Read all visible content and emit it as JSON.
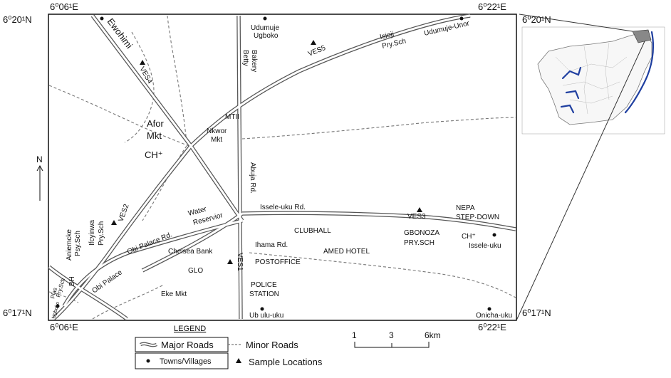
{
  "coordinates": {
    "top_left_lat": "6⁰20¹N",
    "top_left_lon": "6⁰06¹E",
    "top_right_lon": "6⁰22¹E",
    "top_right_lat": "6⁰20¹N",
    "bottom_left_lat": "6⁰17¹N",
    "bottom_left_lon": "6⁰06¹E",
    "bottom_right_lon": "6⁰22¹E",
    "bottom_right_lat": "6⁰17¹N"
  },
  "north_label": "N",
  "roads": {
    "ewohimi": "Ewohimi",
    "betty_bakery_1": "Betty",
    "betty_bakery_2": "Bakery",
    "abuja_rd": "Abuja Rd.",
    "issele_uku_rd": "Issele-uku Rd.",
    "obi_palace_rd": "Obi Palace Rd.",
    "obi_palace": "Obi Palace",
    "ihama_rd": "Ihama Rd."
  },
  "places": {
    "udumuje_ugboko_1": "Udumuje",
    "udumuje_ugboko_2": "Ugboko",
    "isioji_1": "Isioji",
    "isioji_2": "Pry.Sch",
    "udumuje_unor": "Udumuje-Unor",
    "mtii": "MTII",
    "afor_1": "Afor",
    "afor_2": "Mkt",
    "ch_left": "CH⁺",
    "nkwor_1": "Nkwor",
    "nkwor_2": "Mkt",
    "water_1": "Water",
    "water_2": "Reservior",
    "clubhall": "CLUBHALL",
    "gbonoza_1": "GBONOZA",
    "gbonoza_2": "PRY.SCH",
    "nepa_1": "NEPA",
    "nepa_2": "STEP·DOWN",
    "ch_right": "CH⁺",
    "issele_uku": "Issele-uku",
    "amed_hotel": "AMED HOTEL",
    "postoffice": "POSTOFFICE",
    "chelsea_bank": "Chelsea Bank",
    "glo": "GLO",
    "police_1": "POLICE",
    "police_2": "STATION",
    "eke_mkt": "Eke Mkt",
    "ubulu_uku": "Ub ulu-uku",
    "onicha_uku": "Onicha-uku",
    "aniemcke_1": "Aniemcke",
    "aniemcke_2": "Psy.Sch",
    "ifcyinwa_1": "Ifcyinwa",
    "ifcyinwa_2": "Pry.Sch",
    "bh": "BH",
    "plas_1": "Plas",
    "plas_2": "Pry.Sch",
    "ugboko_small": "Ugboko"
  },
  "samples": {
    "ves1": "VES1",
    "ves2": "VES2",
    "ves3": "VES3",
    "ves4": "VES4",
    "ves5": "VES5"
  },
  "legend": {
    "title": "LEGEND",
    "major_roads": "Major Roads",
    "minor_roads": "Minor Roads",
    "towns": "Towns/Villages",
    "samples": "Sample Locations"
  },
  "scale": {
    "tick_1": "1",
    "tick_2": "3",
    "tick_3": "6km"
  },
  "colors": {
    "road_outline": "#555555",
    "road_fill": "#ffffff",
    "minor_road": "#777777",
    "river": "#1f3fa0",
    "state_fill": "#888888",
    "frame": "#111111"
  }
}
